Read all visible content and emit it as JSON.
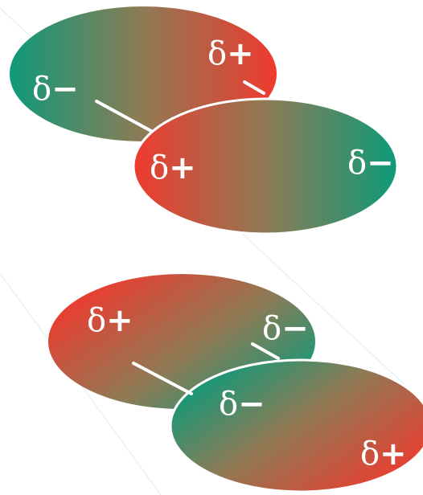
{
  "colors": {
    "negative_pole": "#0e9a7a",
    "positive_pole": "#ef3a2e",
    "mid_tone": "#8f7a55",
    "bond_line": "#ffffff",
    "background": "#ffffff"
  },
  "charges": {
    "delta": "δ",
    "plus": "+",
    "minus": "−"
  },
  "top_pair": {
    "back_molecule": {
      "left_charge": "minus",
      "right_charge": "plus"
    },
    "front_molecule": {
      "left_charge": "plus",
      "right_charge": "minus"
    }
  },
  "bottom_pair": {
    "back_molecule": {
      "left_charge": "plus",
      "right_charge": "minus"
    },
    "front_molecule": {
      "left_charge": "minus",
      "right_charge": "plus"
    }
  }
}
